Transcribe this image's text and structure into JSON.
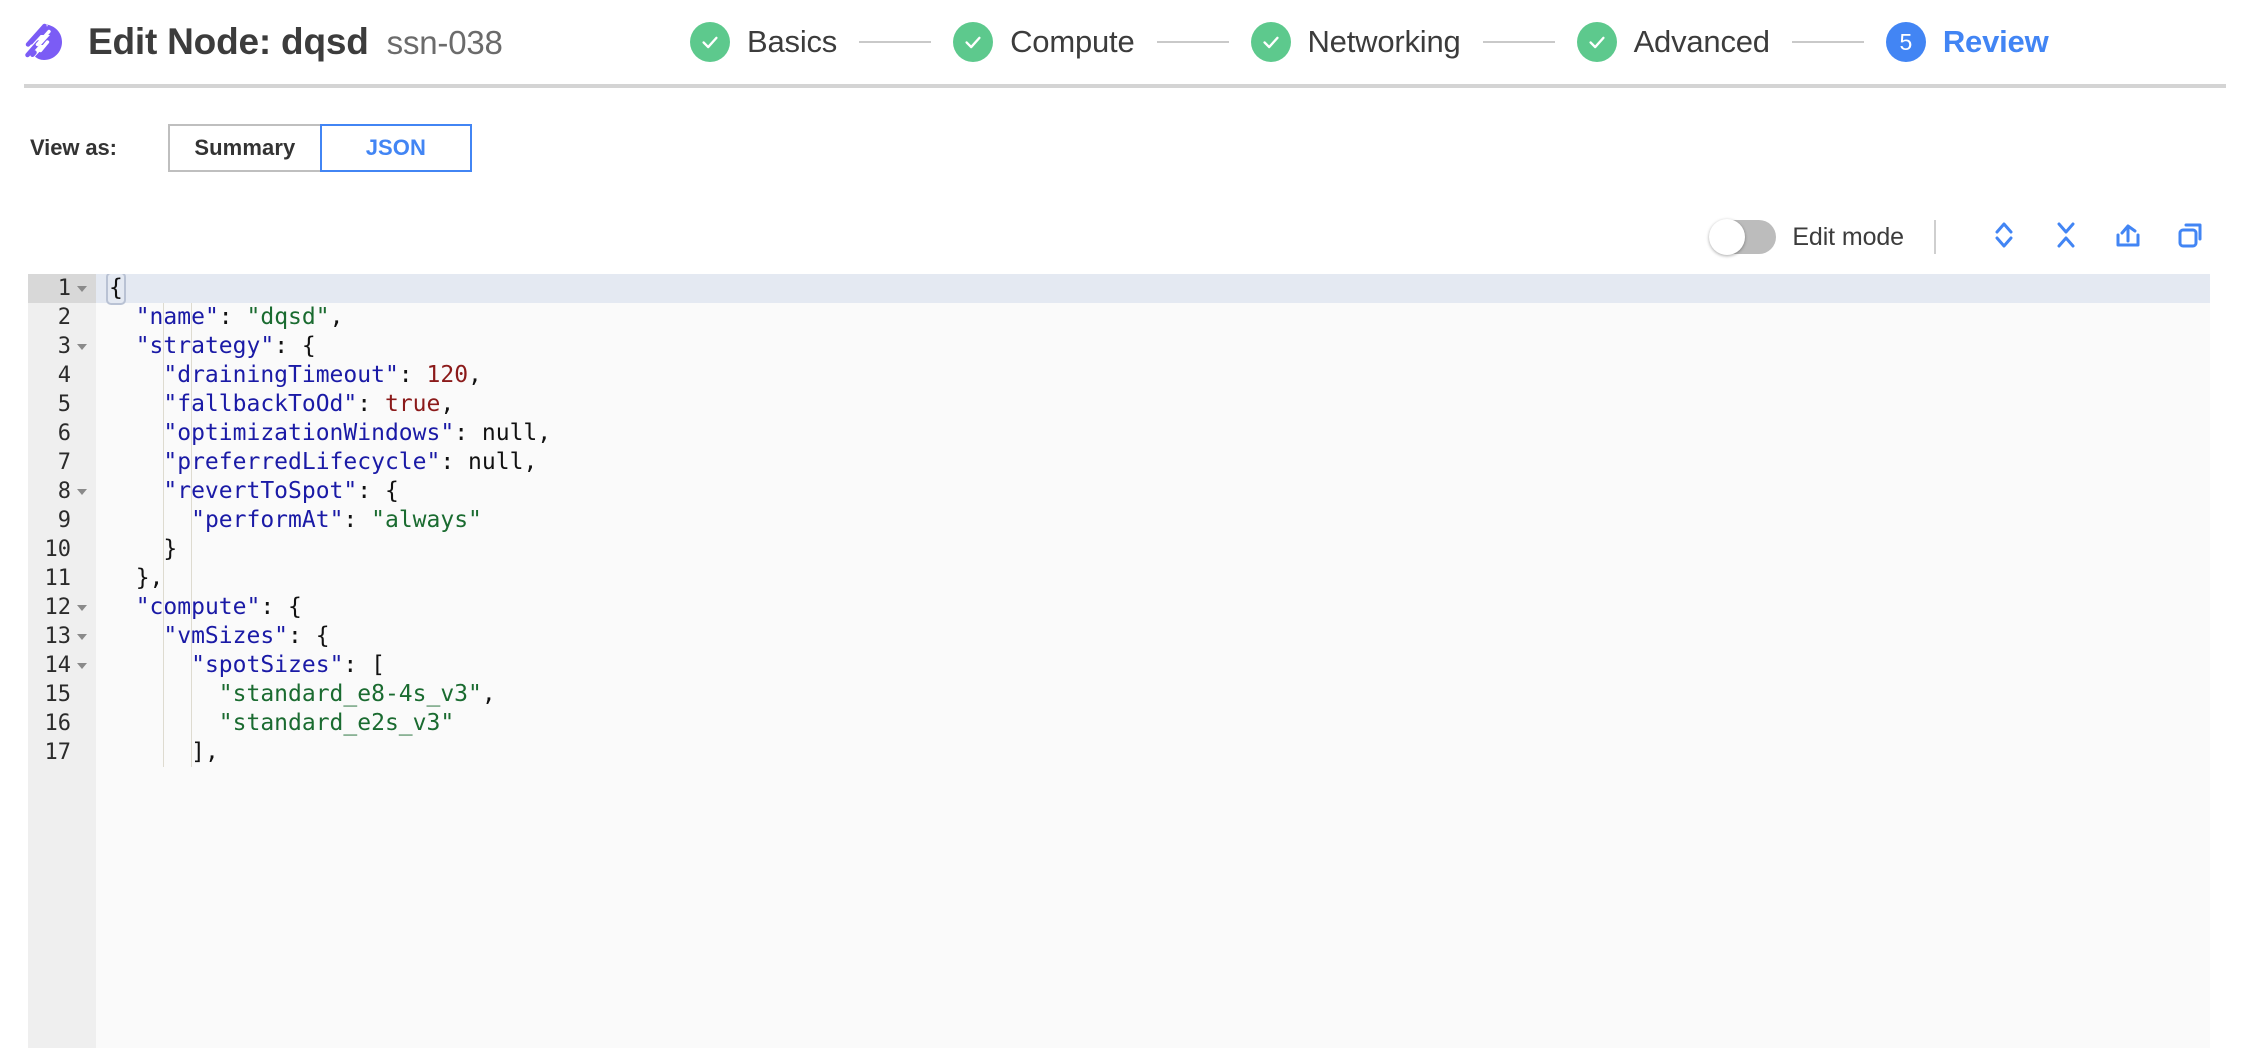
{
  "header": {
    "logo_icon": "spot-logo-icon",
    "title_main": "Edit Node: dqsd",
    "title_sub": "ssn-038",
    "stepper": [
      {
        "label": "Basics",
        "state": "done",
        "marker": "check"
      },
      {
        "label": "Compute",
        "state": "done",
        "marker": "check"
      },
      {
        "label": "Networking",
        "state": "done",
        "marker": "check"
      },
      {
        "label": "Advanced",
        "state": "done",
        "marker": "check"
      },
      {
        "label": "Review",
        "state": "active",
        "marker": "5"
      }
    ]
  },
  "view_as": {
    "label": "View as:",
    "options": [
      {
        "label": "Summary",
        "active": false
      },
      {
        "label": "JSON",
        "active": true
      }
    ]
  },
  "editor_toolbar": {
    "edit_mode_label": "Edit mode",
    "edit_mode_on": false,
    "actions": [
      {
        "name": "expand-all-icon",
        "title": "Expand all"
      },
      {
        "name": "collapse-all-icon",
        "title": "Collapse all"
      },
      {
        "name": "export-icon",
        "title": "Export"
      },
      {
        "name": "copy-icon",
        "title": "Copy"
      }
    ]
  },
  "code": {
    "active_line": 1,
    "lines": [
      {
        "n": 1,
        "fold": true,
        "indent": 0,
        "tokens": [
          {
            "t": "punc",
            "v": "{",
            "box": true
          }
        ]
      },
      {
        "n": 2,
        "fold": false,
        "indent": 1,
        "tokens": [
          {
            "t": "key",
            "v": "\"name\""
          },
          {
            "t": "punc",
            "v": ": "
          },
          {
            "t": "str",
            "v": "\"dqsd\""
          },
          {
            "t": "punc",
            "v": ","
          }
        ]
      },
      {
        "n": 3,
        "fold": true,
        "indent": 1,
        "tokens": [
          {
            "t": "key",
            "v": "\"strategy\""
          },
          {
            "t": "punc",
            "v": ": {"
          }
        ]
      },
      {
        "n": 4,
        "fold": false,
        "indent": 2,
        "tokens": [
          {
            "t": "key",
            "v": "\"drainingTimeout\""
          },
          {
            "t": "punc",
            "v": ": "
          },
          {
            "t": "num",
            "v": "120"
          },
          {
            "t": "punc",
            "v": ","
          }
        ]
      },
      {
        "n": 5,
        "fold": false,
        "indent": 2,
        "tokens": [
          {
            "t": "key",
            "v": "\"fallbackToOd\""
          },
          {
            "t": "punc",
            "v": ": "
          },
          {
            "t": "bool",
            "v": "true"
          },
          {
            "t": "punc",
            "v": ","
          }
        ]
      },
      {
        "n": 6,
        "fold": false,
        "indent": 2,
        "tokens": [
          {
            "t": "key",
            "v": "\"optimizationWindows\""
          },
          {
            "t": "punc",
            "v": ": "
          },
          {
            "t": "null",
            "v": "null"
          },
          {
            "t": "punc",
            "v": ","
          }
        ]
      },
      {
        "n": 7,
        "fold": false,
        "indent": 2,
        "tokens": [
          {
            "t": "key",
            "v": "\"preferredLifecycle\""
          },
          {
            "t": "punc",
            "v": ": "
          },
          {
            "t": "null",
            "v": "null"
          },
          {
            "t": "punc",
            "v": ","
          }
        ]
      },
      {
        "n": 8,
        "fold": true,
        "indent": 2,
        "tokens": [
          {
            "t": "key",
            "v": "\"revertToSpot\""
          },
          {
            "t": "punc",
            "v": ": {"
          }
        ]
      },
      {
        "n": 9,
        "fold": false,
        "indent": 3,
        "tokens": [
          {
            "t": "key",
            "v": "\"performAt\""
          },
          {
            "t": "punc",
            "v": ": "
          },
          {
            "t": "str",
            "v": "\"always\""
          }
        ]
      },
      {
        "n": 10,
        "fold": false,
        "indent": 2,
        "tokens": [
          {
            "t": "punc",
            "v": "}"
          }
        ]
      },
      {
        "n": 11,
        "fold": false,
        "indent": 1,
        "tokens": [
          {
            "t": "punc",
            "v": "},"
          }
        ]
      },
      {
        "n": 12,
        "fold": true,
        "indent": 1,
        "tokens": [
          {
            "t": "key",
            "v": "\"compute\""
          },
          {
            "t": "punc",
            "v": ": {"
          }
        ]
      },
      {
        "n": 13,
        "fold": true,
        "indent": 2,
        "tokens": [
          {
            "t": "key",
            "v": "\"vmSizes\""
          },
          {
            "t": "punc",
            "v": ": {"
          }
        ]
      },
      {
        "n": 14,
        "fold": true,
        "indent": 3,
        "tokens": [
          {
            "t": "key",
            "v": "\"spotSizes\""
          },
          {
            "t": "punc",
            "v": ": ["
          }
        ]
      },
      {
        "n": 15,
        "fold": false,
        "indent": 4,
        "tokens": [
          {
            "t": "str",
            "v": "\"standard_e8-4s_v3\""
          },
          {
            "t": "punc",
            "v": ","
          }
        ]
      },
      {
        "n": 16,
        "fold": false,
        "indent": 4,
        "tokens": [
          {
            "t": "str",
            "v": "\"standard_e2s_v3\""
          }
        ]
      },
      {
        "n": 17,
        "fold": false,
        "indent": 3,
        "tokens": [
          {
            "t": "punc",
            "v": "],"
          }
        ]
      }
    ]
  },
  "colors": {
    "brand_purple": "#7b5cf5",
    "accent_blue": "#4285f4",
    "success_green": "#5dc98d",
    "key_blue": "#1a1aa6",
    "string_green": "#1a6b30",
    "number_red": "#8b1a1a",
    "active_line": "#e4e9f2",
    "gutter": "#efefef",
    "editor_bg": "#fafafa"
  }
}
